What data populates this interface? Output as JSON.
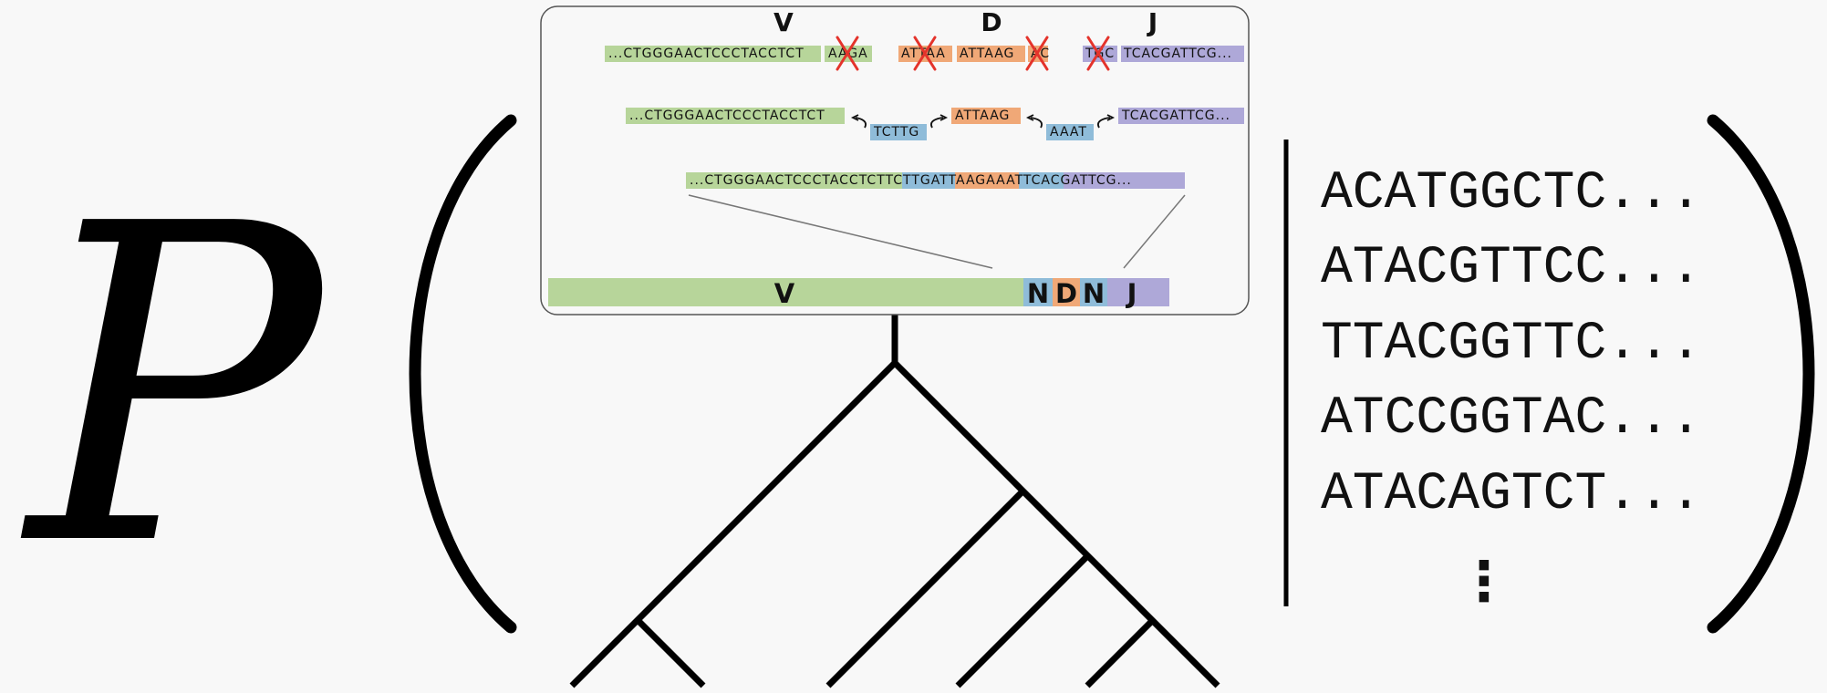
{
  "probability_symbol": "P",
  "panel": {
    "headers": {
      "v": "V",
      "d": "D",
      "j": "J"
    },
    "row1": {
      "v_seq": "...CTGGGAACTCCCTACCTCT",
      "v_trim": "AAGA",
      "d_trim_left": "ATTAA",
      "d_core": "ATTAAG",
      "d_trim_right": "AC",
      "j_trim": "TGC",
      "j_seq": "TCACGATTCG..."
    },
    "row2": {
      "v_seq": "...CTGGGAACTCCCTACCTCT",
      "n1": "TCTTG",
      "d": "ATTAAG",
      "n2": "AAAT",
      "j": "TCACGATTCG..."
    },
    "row3": {
      "v": "...CTGGGAACTCCCTACCTCT",
      "n1": "TCTTG",
      "d": "ATTAAG",
      "n2": "AAAT",
      "j": "TCACGATTCG..."
    },
    "bar": {
      "v": "V",
      "n1": "N",
      "d": "D",
      "n2": "N",
      "j": "J"
    }
  },
  "condition_sequences": [
    "ACATGGCTC...",
    "ATACGTTCC...",
    "TTACGGTTC...",
    "ATCCGGTAC...",
    "ATACAGTCT..."
  ],
  "ellipsis": "⋮",
  "colors": {
    "v": "#b7d59a",
    "d": "#f0a877",
    "n": "#8fbcd9",
    "j": "#aea8d8",
    "cross": "#e4332b",
    "ink": "#000000",
    "background": "#f8f8f8"
  }
}
